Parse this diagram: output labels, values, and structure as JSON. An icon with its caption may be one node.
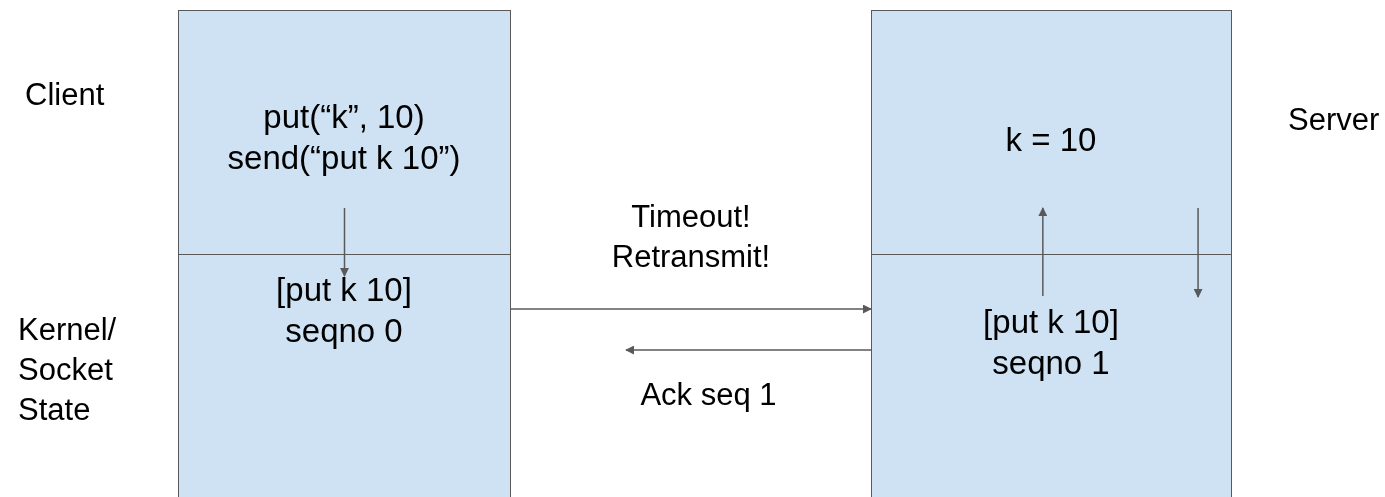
{
  "diagram": {
    "nodes": [
      {
        "text": [
          "put(“k”, 10) send(“put k 10”)"
        ]
      },
      {
        "text": [
          "[put k 10] seqno 0"
        ]
      },
      {
        "text": [
          "k = 10"
        ]
      },
      {
        "text": [
          "[put k 10] seqno 1"
        ]
      }
    ],
    "edges": [
      {
        "from": 0,
        "to": 1,
        "arrow": "to"
      },
      {
        "from": 1,
        "to": 3,
        "arrow": "to",
        "label": "Timeout! Retransmit!"
      },
      {
        "from": 3,
        "to": null,
        "arrow": "to",
        "label": "Ack seq 1"
      },
      {
        "from": 3,
        "to": 2,
        "arrow": "to"
      },
      {
        "from": 2,
        "to": 3,
        "arrow": "to"
      }
    ],
    "labels": [
      "Client",
      "Server",
      "Kernel/ Socket State"
    ]
  }
}
